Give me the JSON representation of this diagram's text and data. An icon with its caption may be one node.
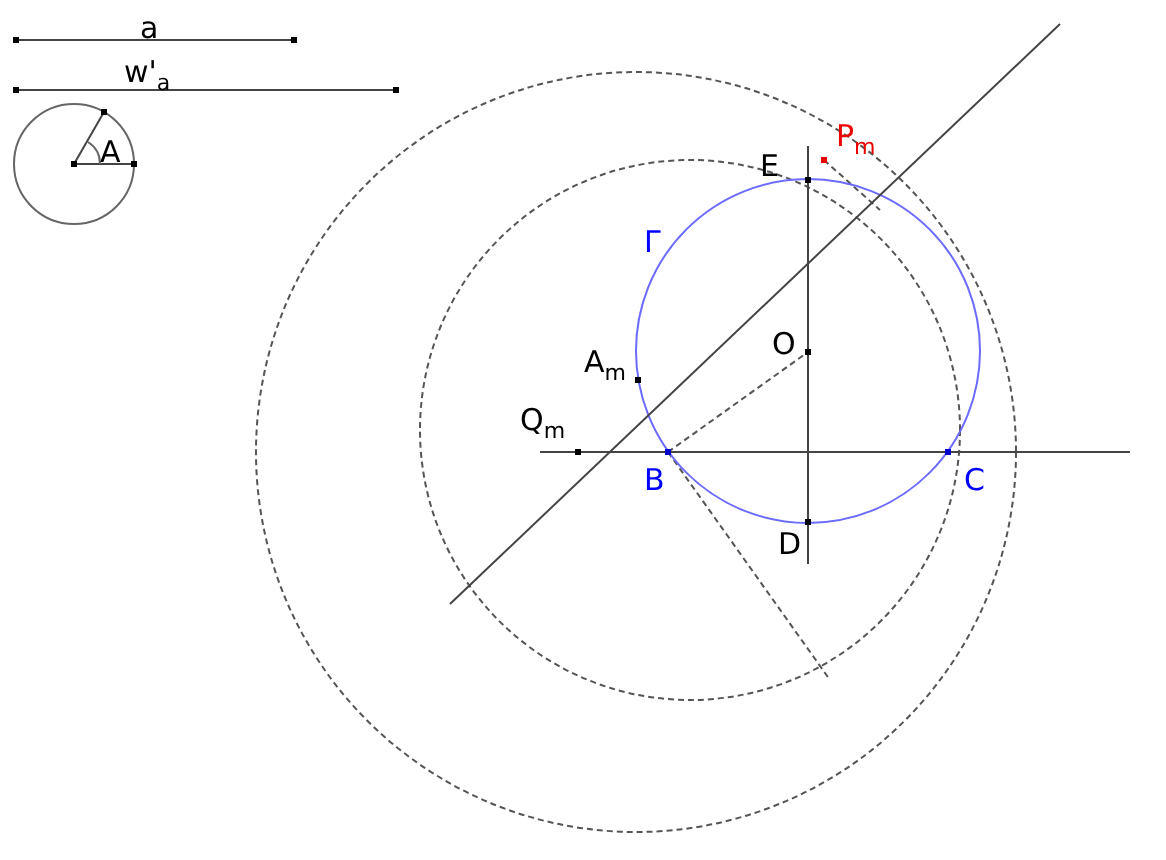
{
  "diagram": {
    "labels": [
      "a",
      "w'$_{a}$",
      "A",
      "E",
      "P$_{m}$",
      "Γ",
      "O",
      "A$_{m}$",
      "Q$_{m}$",
      "B",
      "C",
      "D"
    ]
  }
}
